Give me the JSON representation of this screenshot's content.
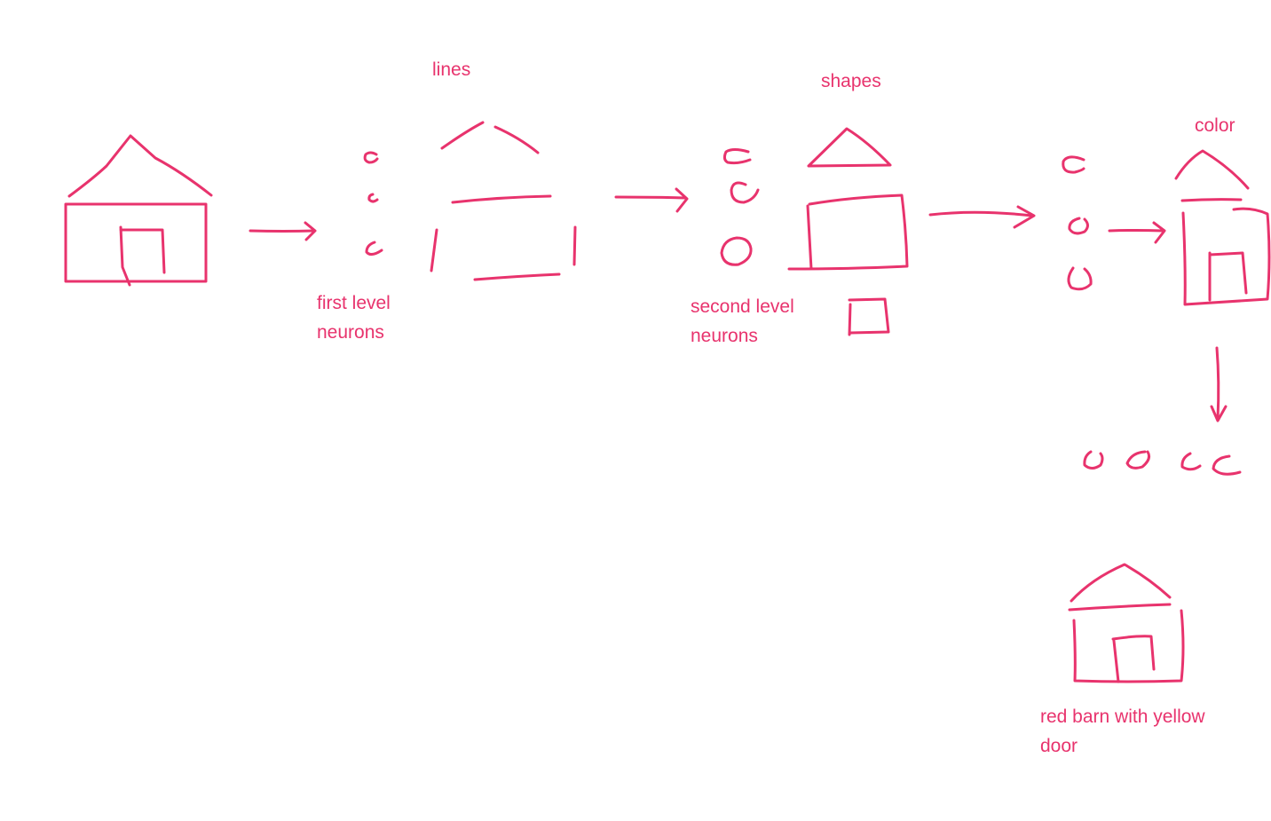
{
  "diagram": {
    "ink_color": "#E8336D",
    "background": "#FFFFFF",
    "labels": {
      "lines": "lines",
      "shapes": "shapes",
      "color": "color",
      "first_level": [
        "first level",
        "neurons"
      ],
      "second_level": [
        "second level",
        "neurons"
      ],
      "result": [
        "red barn with yellow",
        "door"
      ]
    },
    "stages": [
      "input-house",
      "first-level-neurons",
      "lines-decomposition",
      "second-level-neurons",
      "shapes-decomposition",
      "third-level-neurons",
      "color-house",
      "output-neurons",
      "output-house"
    ]
  }
}
